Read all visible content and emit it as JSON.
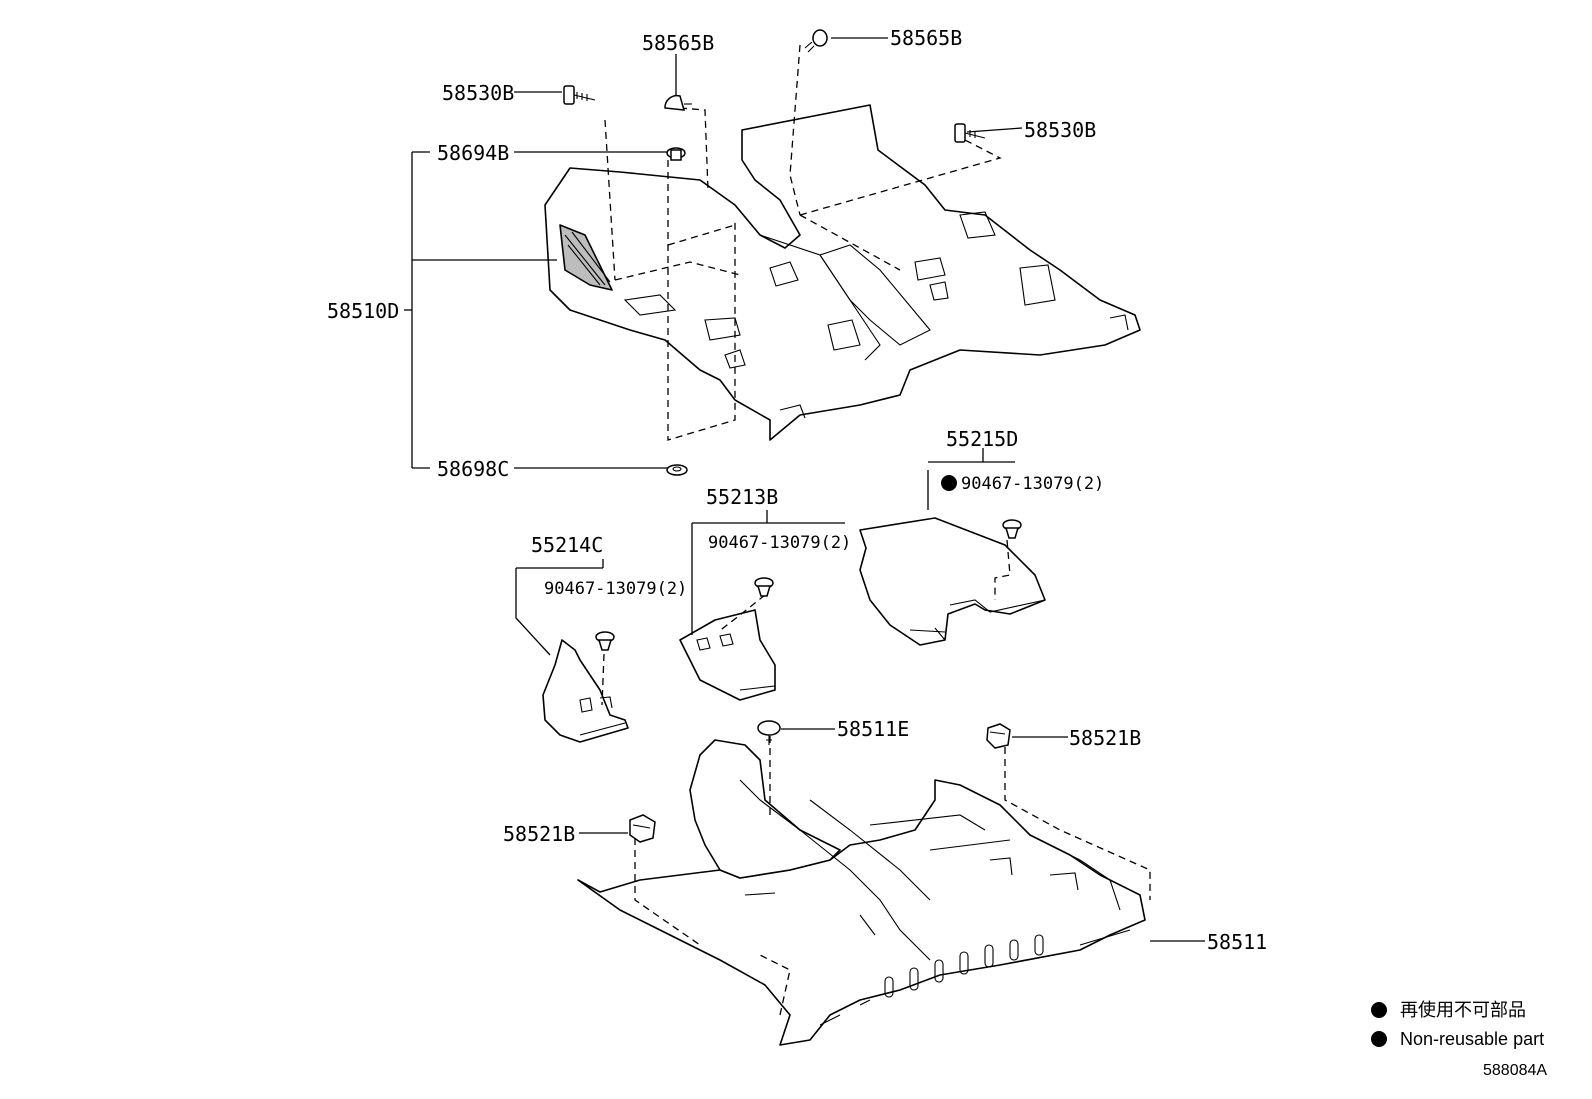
{
  "labels": {
    "l_58565B_a": "58565B",
    "l_58565B_b": "58565B",
    "l_58530B_a": "58530B",
    "l_58530B_b": "58530B",
    "l_58694B": "58694B",
    "l_58510D": "58510D",
    "l_58698C": "58698C",
    "l_55215D": "55215D",
    "l_55215D_clip": "90467-13079(2)",
    "l_55213B": "55213B",
    "l_55213B_clip": "90467-13079(2)",
    "l_55214C": "55214C",
    "l_55214C_clip": "90467-13079(2)",
    "l_58511E": "58511E",
    "l_58521B_a": "58521B",
    "l_58521B_b": "58521B",
    "l_58511": "58511"
  },
  "legend": {
    "japanese": "再使用不可部品",
    "english": "Non-reusable part"
  },
  "diagram_code": "588084A"
}
